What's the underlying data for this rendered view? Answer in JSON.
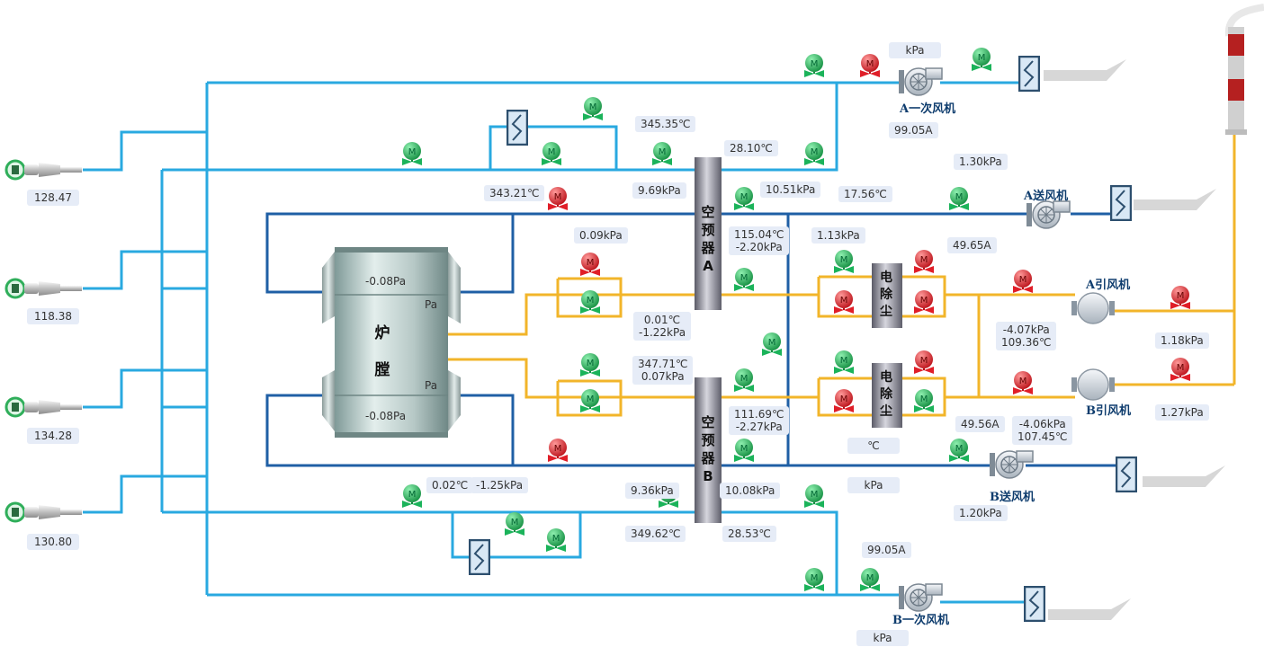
{
  "colors": {
    "air_line": "#29a9e0",
    "gas_line": "#f2b52a",
    "loop_line": "#1f5fa5",
    "valve_open": "#1bb35a",
    "valve_closed": "#e01e28"
  },
  "burners": [
    "128.47",
    "118.38",
    "134.28",
    "130.80"
  ],
  "equipment": {
    "furnace": {
      "label1": "炉",
      "label2": "膛"
    },
    "air_preheater_a": {
      "label": "空预器A"
    },
    "air_preheater_b": {
      "label": "空预器B"
    },
    "esp_a": {
      "label": "电除尘"
    },
    "esp_b": {
      "label": "电除尘"
    },
    "primary_fan_a": "A一次风机",
    "primary_fan_b": "B一次风机",
    "fd_fan_a": "A送风机",
    "fd_fan_b": "B送风机",
    "id_fan_a": "A引风机",
    "id_fan_b": "B引风机"
  },
  "readings": {
    "pa_fan_a_pressure": "kPa",
    "pa_fan_a_current": "99.05A",
    "pa_fan_b_current": "99.05A",
    "pa_fan_b_pressure": "kPa",
    "hot_pa_a_temp": "345.35℃",
    "hot_pa_a_pressure": "9.69kPa",
    "cold_pa_a_temp": "28.10℃",
    "sa_a_pressure": "10.51kPa",
    "sa_a_inlet_temp": "343.21℃",
    "sa_a_duct_pressure": "0.09kPa",
    "sa_a_cold_temp": "17.56℃",
    "sa_a_cold_pressure": "1.13kPa",
    "fd_a_pressure": "1.30kPa",
    "fd_a_current": "49.65A",
    "furnace_top_pressure": "-0.08Pa",
    "furnace_a_side_pressure": "Pa",
    "furnace_b_side_pressure": "Pa",
    "furnace_bottom_pressure": "-0.08Pa",
    "flue_a_in": "0.01℃\n-1.22kPa",
    "flue_a_out": "115.04℃\n-2.20kPa",
    "flue_b_in": "347.71℃\n0.07kPa",
    "flue_b_out": "111.69℃\n-2.27kPa",
    "id_a_in": "-4.07kPa\n109.36℃",
    "id_b_in": "-4.06kPa\n107.45℃",
    "id_a_out": "1.18kPa",
    "id_b_out": "1.27kPa",
    "fd_b_current": "49.56A",
    "fd_b_pressure": "1.20kPa",
    "sa_b_temp": "℃",
    "sa_b_pressure": "kPa",
    "pa_b_temp": "0.02℃",
    "pa_b_pressure": "-1.25kPa",
    "hot_pa_b_pressure": "9.36kPa",
    "hot_pa_b_temp": "349.62℃",
    "sa_b_out_pressure": "10.08kPa",
    "cold_pa_b_temp": "28.53℃"
  }
}
